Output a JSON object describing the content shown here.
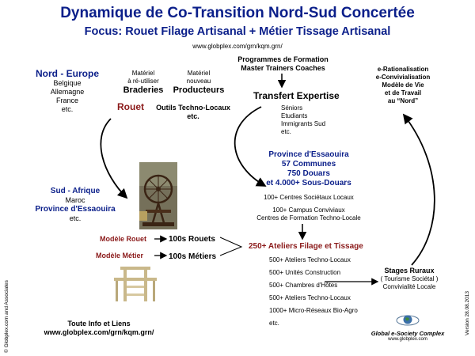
{
  "title": "Dynamique de Co-Transition Nord-Sud Concertée",
  "subtitle": "Focus: Rouet Filage Artisanal + Métier Tissage Artisanal",
  "url_top": "www.globplex.com/grn/kqm.grn/",
  "nord": {
    "heading": "Nord - Europe",
    "countries": [
      "Belgique",
      "Allemagne",
      "France",
      "etc."
    ]
  },
  "braderies": {
    "note": "Matériel\nà ré-utiliser",
    "label": "Braderies"
  },
  "producteurs": {
    "note": "Matériel\nnouveau",
    "label": "Producteurs"
  },
  "rouet_label": "Rouet",
  "outils": "Outils Techno-Locaux\netc.",
  "programmes": "Programmes de Formation\nMaster Trainers Coaches",
  "transfert": {
    "label": "Transfert Expertise",
    "items": [
      "Séniors",
      "Etudiants",
      "Immigrants Sud",
      "etc."
    ]
  },
  "rationalisation": "e-Rationalisation\ne-Convivialisation\nModèle de Vie\net de Travail\nau “Nord”",
  "sud": {
    "heading": "Sud - Afrique",
    "country": "Maroc",
    "province": "Province d'Essaouira",
    "etc": "etc."
  },
  "essaouira": {
    "lines": [
      "Province d'Essaouira",
      "57 Communes",
      "750 Douars",
      "et 4.000+ Sous-Douars"
    ]
  },
  "centres": [
    "100+ Centres Sociétaux Locaux",
    "100+ Campus Conviviaux",
    "Centres de Formation Techno-Locale"
  ],
  "modele_rouet": {
    "label": "Modèle Rouet",
    "value": "100s Rouets"
  },
  "modele_metier": {
    "label": "Modèle Métier",
    "value": "100s Métiers"
  },
  "ateliers": {
    "heading": "250+ Ateliers Filage et Tissage",
    "items": [
      "500+ Ateliers Techno-Locaux",
      "500+ Unités Construction",
      "500+ Chambres d'Hôtes",
      "500+ Ateliers Techno-Locaux",
      "1000+ Micro-Réseaux Bio-Agro",
      "etc."
    ]
  },
  "stages": {
    "heading": "Stages Ruraux",
    "lines": [
      "( Tourisme Sociétal )",
      "Convivialité Locale"
    ]
  },
  "info": "Toute Info et Liens\nwww.globplex.com/grn/kqm.grn/",
  "footer_logo": {
    "name": "Global e-Society Complex",
    "url": "www.globplex.com"
  },
  "left_vertical": "© Globplex.com and Associates",
  "right_vertical": "Version 28.08.2013",
  "colors": {
    "title": "#0b1f8a",
    "model_labels": "#8b1a1a"
  }
}
